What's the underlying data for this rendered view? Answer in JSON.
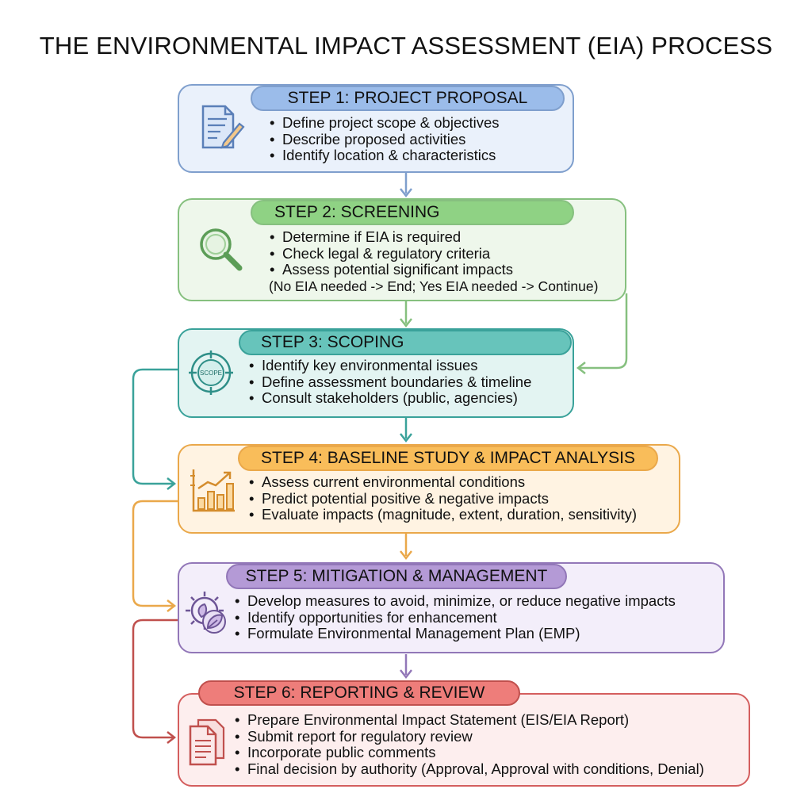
{
  "title": "THE ENVIRONMENTAL IMPACT ASSESSMENT (EIA) PROCESS",
  "colors": {
    "step1": {
      "border": "#7f9fcd",
      "fill": "#eaf1fb",
      "pill": "#9bbcea"
    },
    "step2": {
      "border": "#86c07f",
      "fill": "#eef7eb",
      "pill": "#8fd284"
    },
    "step3": {
      "border": "#3aa29a",
      "fill": "#e3f4f2",
      "pill": "#67c4bb"
    },
    "step4": {
      "border": "#eaa84a",
      "fill": "#fff3e2",
      "pill": "#f9bd5a"
    },
    "step5": {
      "border": "#9277b8",
      "fill": "#f3eefa",
      "pill": "#b49ad6"
    },
    "step6": {
      "border": "#d45e5e",
      "fill": "#fdeeee",
      "pill": "#ee7d7a"
    }
  },
  "steps": [
    {
      "label": "STEP 1: PROJECT PROPOSAL",
      "icon": "document-pencil-icon",
      "bullets": [
        "Define project scope & objectives",
        "Describe proposed activities",
        "Identify location & characteristics"
      ]
    },
    {
      "label": "STEP 2: SCREENING",
      "icon": "magnifier-icon",
      "bullets": [
        "Determine if EIA is required",
        "Check legal & regulatory criteria",
        "Assess potential significant impacts"
      ],
      "note": "(No EIA needed -> End; Yes EIA needed -> Continue)"
    },
    {
      "label": "STEP 3: SCOPING",
      "icon": "scope-target-icon",
      "icon_text": "SCOPE",
      "bullets": [
        "Identify key environmental issues",
        "Define assessment boundaries & timeline",
        "Consult stakeholders (public, agencies)"
      ]
    },
    {
      "label": "STEP 4: BASELINE STUDY & IMPACT ANALYSIS",
      "icon": "bar-chart-icon",
      "bullets": [
        "Assess current environmental conditions",
        "Predict potential positive & negative impacts",
        "Evaluate impacts (magnitude, extent, duration, sensitivity)"
      ]
    },
    {
      "label": "STEP 5: MITIGATION & MANAGEMENT",
      "icon": "gear-leaf-icon",
      "bullets": [
        "Develop measures to avoid, minimize, or reduce negative impacts",
        "Identify opportunities for enhancement",
        "Formulate Environmental Management Plan (EMP)"
      ]
    },
    {
      "label": "STEP 6: REPORTING & REVIEW",
      "icon": "report-documents-icon",
      "bullets": [
        "Prepare Environmental Impact Statement (EIS/EIA Report)",
        "Submit report for regulatory review",
        "Incorporate public comments",
        "Final decision by authority (Approval, Approval with conditions, Denial)"
      ]
    }
  ]
}
